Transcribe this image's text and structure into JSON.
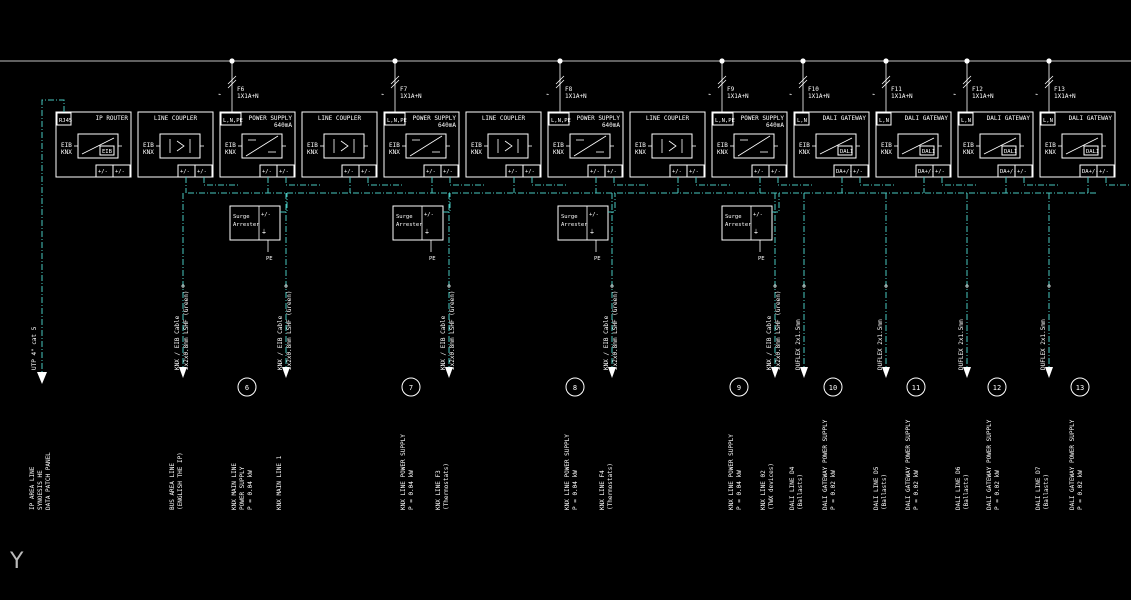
{
  "colors": {
    "background": "#000000",
    "line": "#ffffff",
    "bus": "#49c8c0"
  },
  "modules": [
    {
      "id": "ip-router",
      "title": "IP ROUTER",
      "lines": [
        "EIB",
        "KNX"
      ],
      "tag": "RJ45",
      "sym": "EIB"
    },
    {
      "id": "line-coupler-1",
      "title": "LINE COUPLER",
      "lines": [
        "EIB",
        "KNX"
      ],
      "tag": "",
      "sym": ""
    },
    {
      "id": "power-supply-1",
      "title": "POWER SUPPLY",
      "sub": "640mA",
      "lines": [
        "EIB",
        "KNX"
      ],
      "tag": "L,N,PE",
      "sym": ""
    },
    {
      "id": "line-coupler-2",
      "title": "LINE COUPLER",
      "lines": [
        "EIB",
        "KNX"
      ],
      "tag": "",
      "sym": ""
    },
    {
      "id": "power-supply-2",
      "title": "POWER SUPPLY",
      "sub": "640mA",
      "lines": [
        "EIB",
        "KNX"
      ],
      "tag": "L,N,PE",
      "sym": ""
    },
    {
      "id": "line-coupler-3",
      "title": "LINE COUPLER",
      "lines": [
        "EIB",
        "KNX"
      ],
      "tag": "",
      "sym": ""
    },
    {
      "id": "power-supply-3",
      "title": "POWER SUPPLY",
      "sub": "640mA",
      "lines": [
        "EIB",
        "KNX"
      ],
      "tag": "L,N,PE",
      "sym": ""
    },
    {
      "id": "line-coupler-4",
      "title": "LINE COUPLER",
      "lines": [
        "EIB",
        "KNX"
      ],
      "tag": "",
      "sym": ""
    },
    {
      "id": "power-supply-4",
      "title": "POWER SUPPLY",
      "sub": "640mA",
      "lines": [
        "EIB",
        "KNX"
      ],
      "tag": "L,N,PE",
      "sym": ""
    },
    {
      "id": "dali-gateway-1",
      "title": "DALI GATEWAY",
      "lines": [
        "EIB",
        "KNX"
      ],
      "tag": "L,N",
      "sym": "DALI",
      "bottom": "DA+/-"
    },
    {
      "id": "dali-gateway-2",
      "title": "DALI GATEWAY",
      "lines": [
        "EIB",
        "KNX"
      ],
      "tag": "L,N",
      "sym": "DALI",
      "bottom": "DA+/-"
    },
    {
      "id": "dali-gateway-3",
      "title": "DALI GATEWAY",
      "lines": [
        "EIB",
        "KNX"
      ],
      "tag": "L,N",
      "sym": "DALI",
      "bottom": "DA+/-"
    },
    {
      "id": "dali-gateway-4",
      "title": "DALI GATEWAY",
      "lines": [
        "EIB",
        "KNX"
      ],
      "tag": "L,N",
      "sym": "DALI",
      "bottom": "DA+/-"
    }
  ],
  "feeders": [
    {
      "id": "F6",
      "label": "F6",
      "rating": "1X1A+N"
    },
    {
      "id": "F7",
      "label": "F7",
      "rating": "1X1A+N"
    },
    {
      "id": "F8",
      "label": "F8",
      "rating": "1X1A+N"
    },
    {
      "id": "F9",
      "label": "F9",
      "rating": "1X1A+N"
    },
    {
      "id": "F10",
      "label": "F10",
      "rating": "1X1A+N"
    },
    {
      "id": "F11",
      "label": "F11",
      "rating": "1X1A+N"
    },
    {
      "id": "F12",
      "label": "F12",
      "rating": "1X1A+N"
    },
    {
      "id": "F13",
      "label": "F13",
      "rating": "1X1A+N"
    }
  ],
  "surge": {
    "line1": "Surge",
    "line2": "Arrester",
    "pe": "PE",
    "polarity": "+/-"
  },
  "terminals": {
    "bus": "+/-"
  },
  "cables": [
    {
      "id": "utp",
      "text": "UTP 4\" cat 5"
    },
    {
      "id": "c1",
      "text": "KNX / EIB Cable",
      "sub": "2x2x0.8mm LSHF (Green)"
    },
    {
      "id": "c2",
      "text": "KNX / EIB Cable",
      "sub": "2x2x0.8mm LSHF (Green)"
    },
    {
      "id": "c3",
      "text": "KNX / EIB Cable",
      "sub": "2x2x0.8mm LSHF (Green)"
    },
    {
      "id": "c4",
      "text": "KNX / EIB Cable",
      "sub": "2x2x0.8mm LSHF (Green)"
    },
    {
      "id": "c5",
      "text": "KNX / EIB Cable",
      "sub": "2x2x0.8mm LSHF (Green)"
    },
    {
      "id": "d1",
      "text": "DUFLEX 2x1.5mm"
    },
    {
      "id": "d2",
      "text": "DUFLEX 2x1.5mm"
    },
    {
      "id": "d3",
      "text": "DUFLEX 2x1.5mm"
    },
    {
      "id": "d4",
      "text": "DUFLEX 2x1.5mm"
    }
  ],
  "circles": [
    "6",
    "7",
    "8",
    "9",
    "10",
    "11",
    "12",
    "13"
  ],
  "descriptions": [
    {
      "id": "ip-area",
      "lines": [
        "IP AREA LINE",
        "SYNOESIS HE",
        "DATA PATCH PANEL"
      ]
    },
    {
      "id": "bus-area",
      "lines": [
        "BUS AREA LINE",
        "(ENGLISH THE IP)"
      ]
    },
    {
      "id": "main-ps",
      "lines": [
        "KNX MAIN LINE",
        "POWER SUPPLY",
        "P = 0.04 kW"
      ]
    },
    {
      "id": "main-line",
      "lines": [
        "KNX MAIN LINE 1"
      ]
    },
    {
      "id": "ps2",
      "lines": [
        "KNX LINE POWER SUPPLY",
        "P = 0.04 kW"
      ]
    },
    {
      "id": "line3",
      "lines": [
        "KNX LINE F3",
        "(Thermostats)"
      ]
    },
    {
      "id": "ps3",
      "lines": [
        "KNX LINE POWER SUPPLY",
        "P = 0.04 kW"
      ]
    },
    {
      "id": "line4",
      "lines": [
        "KNX LINE F4",
        "(Thermostats)"
      ]
    },
    {
      "id": "ps4",
      "lines": [
        "KNX LINE POWER SUPPLY",
        "P = 0.04 kW"
      ]
    },
    {
      "id": "line5",
      "lines": [
        "KNX LINE 02",
        "(TWX devices)"
      ]
    },
    {
      "id": "dali4",
      "lines": [
        "DALI LINE D4",
        "(Ballasts)"
      ]
    },
    {
      "id": "dps1",
      "lines": [
        "DALI GATEWAY POWER SUPPLY",
        "P = 0.02 kW"
      ]
    },
    {
      "id": "dali5",
      "lines": [
        "DALI LINE D5",
        "(Ballasts)"
      ]
    },
    {
      "id": "dps2",
      "lines": [
        "DALI GATEWAY POWER SUPPLY",
        "P = 0.02 kW"
      ]
    },
    {
      "id": "dali6",
      "lines": [
        "DALI LINE D6",
        "(Ballasts)"
      ]
    },
    {
      "id": "dps3",
      "lines": [
        "DALI GATEWAY POWER SUPPLY",
        "P = 0.02 kW"
      ]
    },
    {
      "id": "dali7",
      "lines": [
        "DALI LINE D7",
        "(Ballasts)"
      ]
    },
    {
      "id": "dps4",
      "lines": [
        "DALI GATEWAY POWER SUPPLY",
        "P = 0.02 kW"
      ]
    }
  ],
  "axis_glyph": "Y"
}
